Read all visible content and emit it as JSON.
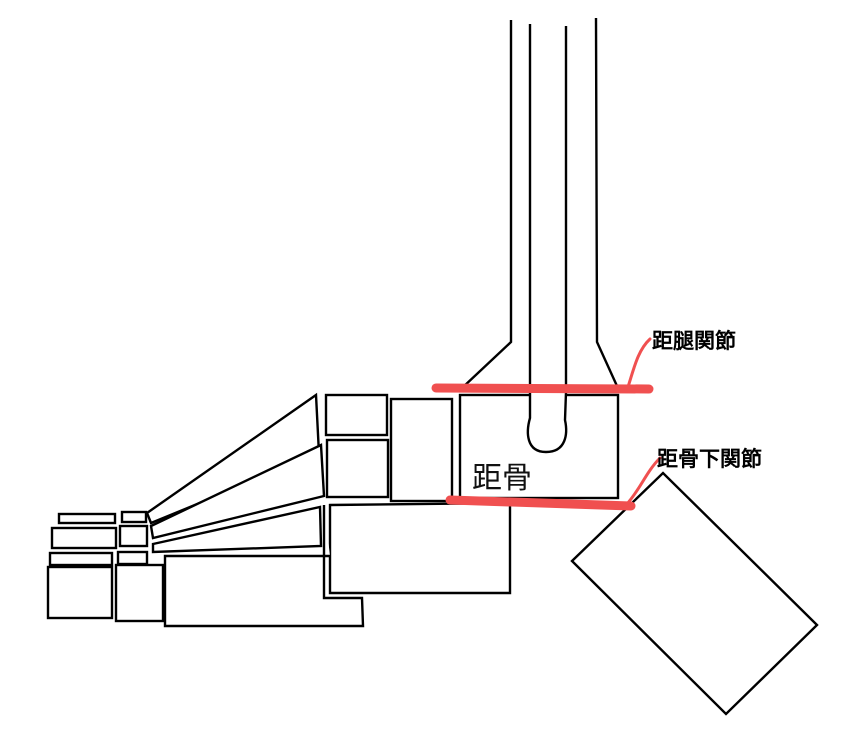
{
  "labels": {
    "ankle_joint": "距腿関節",
    "subtalar_joint": "距骨下関節",
    "talus": "距骨"
  },
  "colors": {
    "joint_line": "#f05050",
    "talus_fill": "#bdbdbd",
    "outline": "#000000",
    "background": "#ffffff"
  }
}
